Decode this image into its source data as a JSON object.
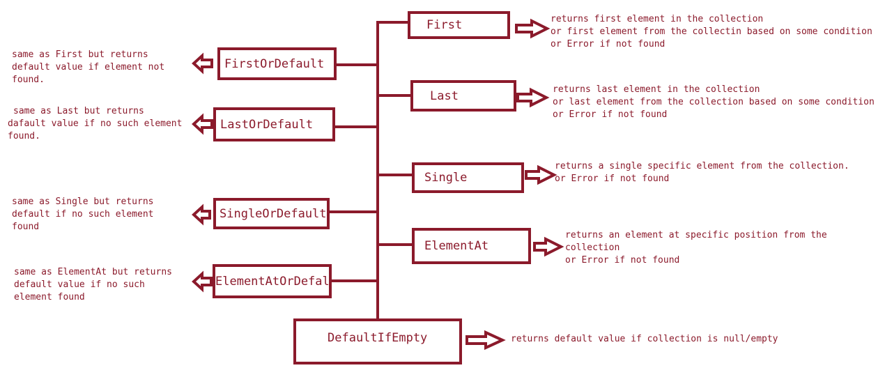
{
  "colors": {
    "accent": "#8b1a2b",
    "background": "#ffffff"
  },
  "methods": {
    "first": {
      "label": "First",
      "desc": [
        "returns first element in the collection",
        "or first element from the collectin based on some condition",
        "or Error if not found"
      ]
    },
    "last": {
      "label": "Last",
      "desc": [
        "returns last element in the collection",
        "or last element from the collection based on some condition",
        "or Error if not found"
      ]
    },
    "single": {
      "label": "Single",
      "desc": [
        "returns a single specific element from the collection.",
        "or Error if not found"
      ]
    },
    "element_at": {
      "label": "ElementAt",
      "desc": [
        "returns an element at specific position from the",
        "collection",
        "or Error if not found"
      ]
    },
    "default_if_empty": {
      "label": "DefaultIfEmpty",
      "desc": [
        "returns default value if collection is null/empty"
      ]
    },
    "first_or_default": {
      "label": "FirstOrDefault",
      "desc": [
        "same as First but returns",
        "default value if element not",
        "found."
      ]
    },
    "last_or_default": {
      "label": "LastOrDefault",
      "desc": [
        "same as Last but returns",
        "dafault value if no such element",
        "found."
      ]
    },
    "single_or_default": {
      "label": "SingleOrDefault",
      "desc": [
        "same as Single but returns",
        "default if no such element",
        "found"
      ]
    },
    "element_at_or_default": {
      "label": "ElementAtOrDefalt",
      "desc": [
        "same as ElementAt but returns",
        "default value if no such",
        "element found"
      ]
    }
  }
}
